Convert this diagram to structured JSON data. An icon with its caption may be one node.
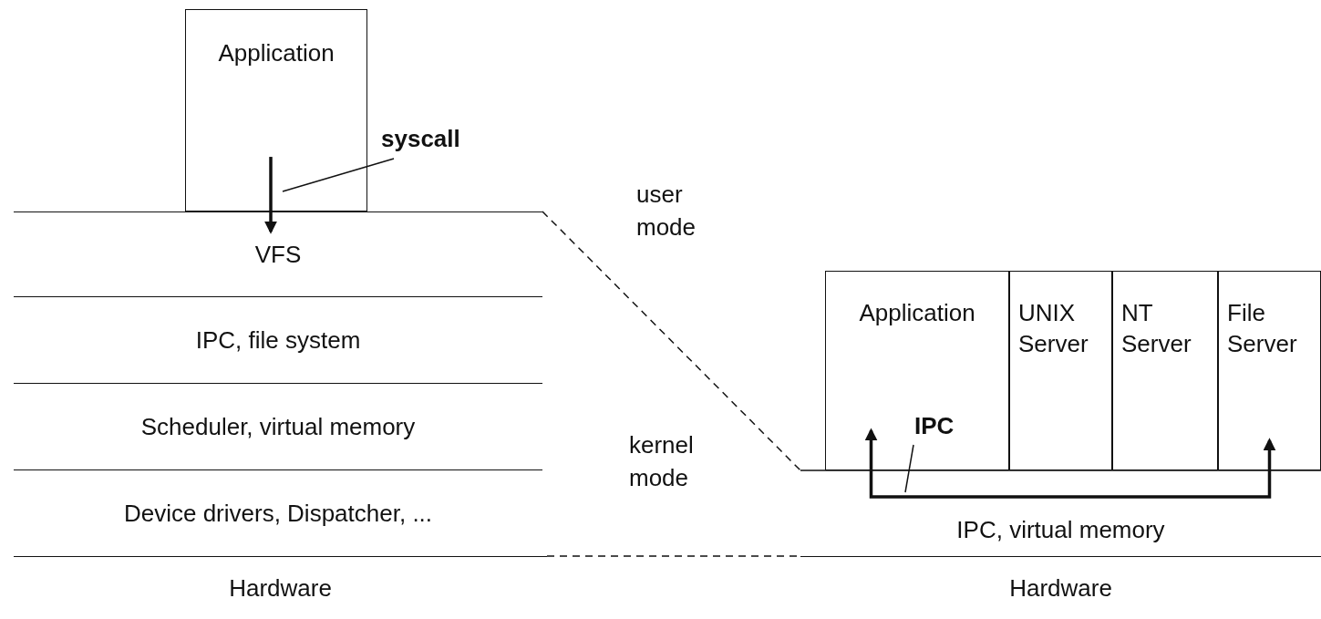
{
  "diagram": {
    "nodes": [
      {
        "text": [
          "Application"
        ]
      },
      {
        "text": [
          "VFS"
        ]
      },
      {
        "text": [
          "IPC, file system"
        ]
      },
      {
        "text": [
          "Scheduler, virtual memory"
        ]
      },
      {
        "text": [
          "Device drivers, Dispatcher, ..."
        ]
      },
      {
        "text": [
          "Hardware"
        ]
      },
      {
        "text": [
          "Application"
        ]
      },
      {
        "text": [
          "UNIX Server"
        ]
      },
      {
        "text": [
          "NT Server"
        ]
      },
      {
        "text": [
          "File Server"
        ]
      },
      {
        "text": [
          "IPC, virtual memory"
        ]
      },
      {
        "text": [
          "Hardware"
        ]
      }
    ],
    "edges": [
      {
        "from": 0,
        "to": 1,
        "arrow": "to",
        "label": "syscall"
      },
      {
        "from": 6,
        "to": 9,
        "arrow": "both",
        "label": "IPC"
      }
    ],
    "labels": [
      "user mode",
      "kernel mode"
    ]
  }
}
